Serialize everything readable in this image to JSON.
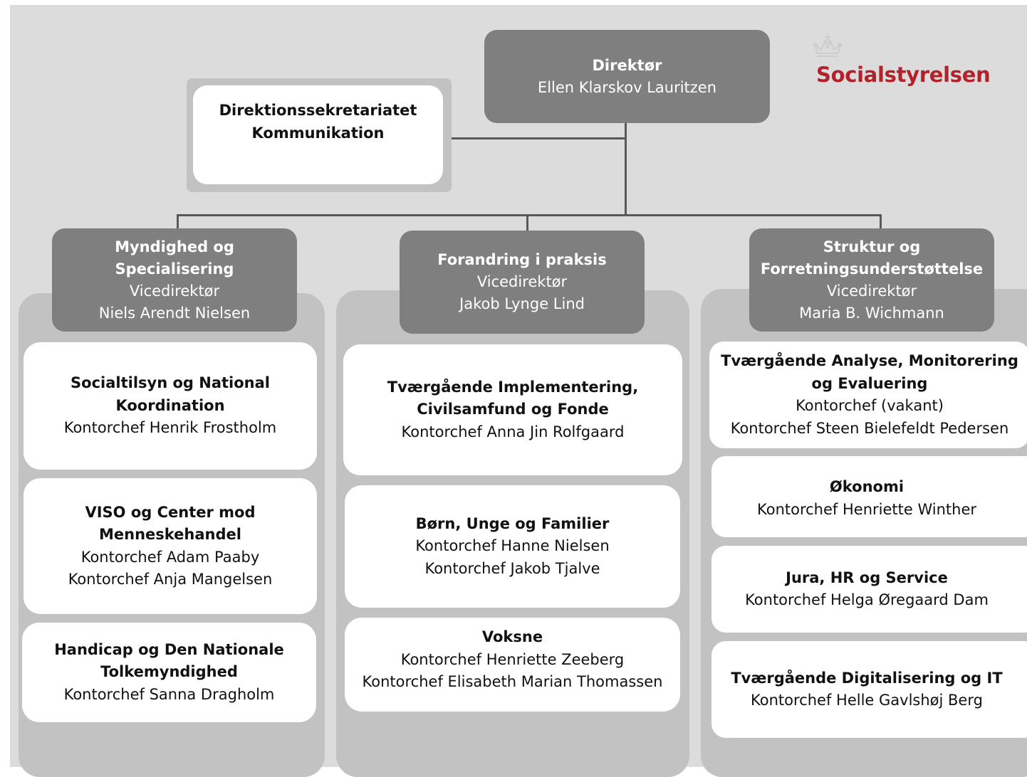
{
  "logo": {
    "text": "Socialstyrelsen"
  },
  "director": {
    "title": "Direktør",
    "name": "Ellen Klarskov Lauritzen"
  },
  "secretariat": {
    "line1": "Direktionssekretariatet",
    "line2": "Kommunikation"
  },
  "divisions": [
    {
      "title_lines": [
        "Myndighed og",
        "Specialisering"
      ],
      "role": "Vicedirektør",
      "name": "Niels Arendt Nielsen",
      "offices": [
        {
          "title_lines": [
            "Socialtilsyn og National",
            "Koordination"
          ],
          "lines": [
            "Kontorchef Henrik Frostholm"
          ]
        },
        {
          "title_lines": [
            "VISO og Center mod",
            "Menneskehandel"
          ],
          "lines": [
            "Kontorchef Adam Paaby",
            "Kontorchef Anja Mangelsen"
          ]
        },
        {
          "title_lines": [
            "Handicap og Den Nationale",
            "Tolkemyndighed"
          ],
          "lines": [
            "Kontorchef Sanna Dragholm"
          ]
        }
      ]
    },
    {
      "title_lines": [
        "Forandring i praksis"
      ],
      "role": "Vicedirektør",
      "name": "Jakob Lynge Lind",
      "offices": [
        {
          "title_lines": [
            "Tværgående Implementering,",
            "Civilsamfund og Fonde"
          ],
          "lines": [
            "Kontorchef Anna Jin Rolfgaard"
          ]
        },
        {
          "title_lines": [
            "Børn, Unge og Familier"
          ],
          "lines": [
            "Kontorchef Hanne Nielsen",
            "Kontorchef Jakob Tjalve"
          ]
        },
        {
          "title_lines": [
            "Voksne"
          ],
          "lines": [
            "Kontorchef Henriette Zeeberg",
            "Kontorchef Elisabeth Marian Thomassen"
          ]
        }
      ]
    },
    {
      "title_lines": [
        "Struktur og",
        "Forretningsunderstøttelse"
      ],
      "role": "Vicedirektør",
      "name": "Maria B. Wichmann",
      "offices": [
        {
          "title_lines": [
            "Tværgående Analyse, Monitorering",
            "og Evaluering"
          ],
          "lines": [
            "Kontorchef (vakant)",
            "Kontorchef Steen Bielefeldt Pedersen"
          ]
        },
        {
          "title_lines": [
            "Økonomi"
          ],
          "lines": [
            "Kontorchef Henriette Winther"
          ]
        },
        {
          "title_lines": [
            "Jura, HR og Service"
          ],
          "lines": [
            "Kontorchef Helga Øregaard Dam"
          ]
        },
        {
          "title_lines": [
            "Tværgående Digitalisering og IT"
          ],
          "lines": [
            "Kontorchef Helle Gavlshøj Berg"
          ]
        }
      ]
    }
  ],
  "colors": {
    "box_dark": "#7f7f7f",
    "column_bg": "#c2c2c2",
    "background": "#dcdcdc",
    "brand_red": "#b1222b",
    "connector": "#595959"
  }
}
